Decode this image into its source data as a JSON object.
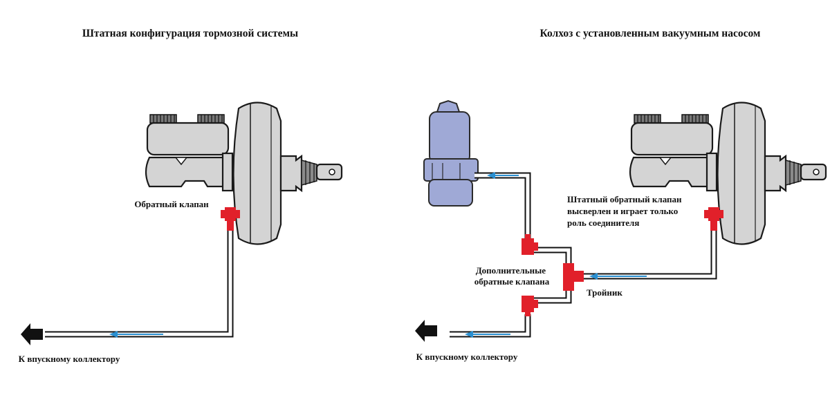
{
  "left": {
    "title": "Штатная конфигурация тормозной системы",
    "check_valve_label": "Обратный клапан",
    "manifold_label": "К впускному коллектору"
  },
  "right": {
    "title": "Колхоз с установленным вакуумным насосом",
    "stock_valve_label": [
      "Штатный обратный клапан",
      "высверлен и играет только",
      "роль соединителя"
    ],
    "extra_valves_label": [
      "Дополнительные",
      "обратные клапана"
    ],
    "tee_label": "Тройник",
    "manifold_label": "К впускному коллектору"
  },
  "colors": {
    "valve": "#e1202a",
    "flow_arrow": "#2a8fd0",
    "pump": "#9fa9d6",
    "booster": "#d4d4d4"
  }
}
